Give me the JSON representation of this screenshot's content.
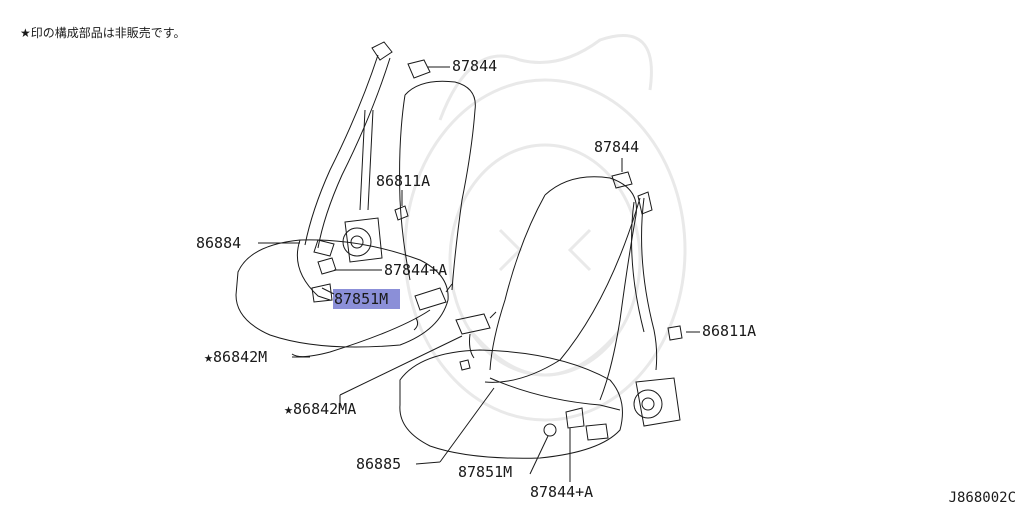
{
  "note": "★印の構成部品は非販売です。",
  "diagram_code": "J868002C",
  "colors": {
    "highlight": "#8b8fd8",
    "ink": "#1a1a1a",
    "watermark": "#e9e9e9"
  },
  "labels": {
    "p87844_top": "87844",
    "p86811A_left": "86811A",
    "p86884": "86884",
    "p87844A_left": "87844+A",
    "p87851M_left": "87851M",
    "p86842M": "★86842M",
    "p86842MA": "★86842MA",
    "p87844_right": "87844",
    "p86811A_right": "86811A",
    "p86885": "86885",
    "p87851M_right": "87851M",
    "p87844A_right": "87844+A"
  }
}
